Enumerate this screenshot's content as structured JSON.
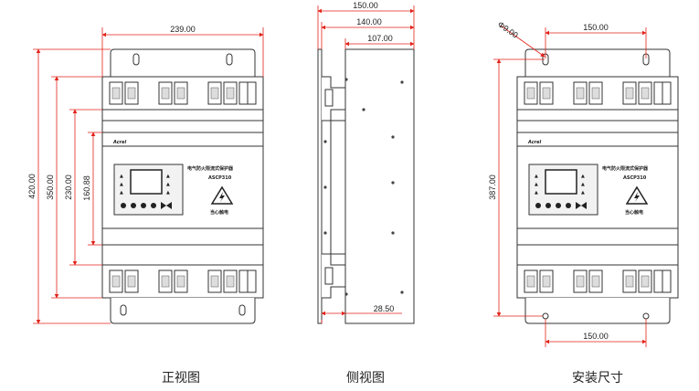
{
  "colors": {
    "dimension": "#e2231a",
    "outline": "#333333",
    "panel": "#f2f2f2"
  },
  "front_view": {
    "caption": "正视图",
    "dims": {
      "width": "239.00",
      "h420": "420.00",
      "h350": "350.00",
      "h230": "230.00",
      "h160": "160.88"
    },
    "brand": "Acrel",
    "product_name": "电气防火限流式保护器",
    "model": "ASCP310",
    "warning": "当心触电"
  },
  "side_view": {
    "caption": "侧视图",
    "dims": {
      "d150": "150.00",
      "d140": "140.00",
      "d107": "107.00",
      "d28": "28.50"
    }
  },
  "install_view": {
    "caption": "安装尺寸",
    "dims": {
      "hole": "Φ9.00",
      "top_spacing": "150.00",
      "bottom_spacing": "150.00",
      "h387": "387.00"
    },
    "brand": "Acrel",
    "product_name": "电气防火限流式保护器",
    "model": "ASCP310",
    "warning": "当心触电"
  }
}
